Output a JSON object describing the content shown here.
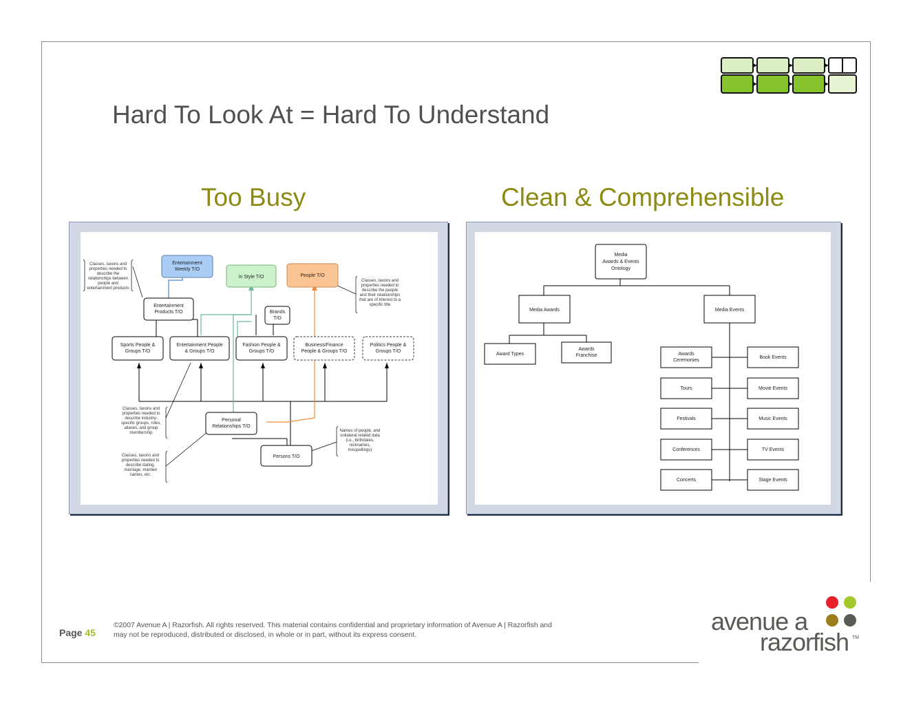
{
  "slide": {
    "title": "Hard To Look At = Hard To Understand",
    "left_heading": "Too Busy",
    "right_heading": "Clean & Comprehensible"
  },
  "busy_diagram": {
    "nodes": {
      "ew": [
        "Entertainment",
        "Weekly T/O"
      ],
      "instyle": [
        "In Style T/O"
      ],
      "people": [
        "People T/O"
      ],
      "ep": [
        "Entertainment",
        "Products T/O"
      ],
      "brands": [
        "Brands",
        "T/O"
      ],
      "sports": [
        "Sports People &",
        "Groups T/O"
      ],
      "entpeople": [
        "Entertainment People",
        "& Groups T/O"
      ],
      "fashion": [
        "Fashion People &",
        "Groups T/O"
      ],
      "business": [
        "Business/Finance",
        "People & Groups T/O"
      ],
      "politics": [
        "Politics People &",
        "Groups T/O"
      ],
      "personal": [
        "Personal",
        "Relationships T/O"
      ],
      "persons": [
        "Persons T/O"
      ]
    },
    "notes": {
      "n1": [
        "Classes, taxons and",
        "properties needed to",
        "describe the",
        "relationships between",
        "people and",
        "entertainment products"
      ],
      "n2": [
        "Classes, taxons and",
        "properties needed to",
        "describe the people",
        "and their relationships",
        "that are of interest to a",
        "specific title"
      ],
      "n3": [
        "Classes, taxons and",
        "properties needed to",
        "describe industry-",
        "specific groups, roles,",
        "aliases, and group",
        "membership"
      ],
      "n4": [
        "Classes, taxons and",
        "properties needed to",
        "describe dating,",
        "marriage, married",
        "names, etc."
      ],
      "n5": [
        "Names of people, and",
        "unilateral related data",
        "(i.e., birthdates,",
        "nicknames,",
        "misspellings)"
      ]
    }
  },
  "clean_diagram": {
    "root": [
      "Media",
      "Awards & Events",
      "Ontology"
    ],
    "awards": [
      "Media Awards"
    ],
    "events": [
      "Media Events"
    ],
    "award_types": [
      "Award Types"
    ],
    "awards_franchise": [
      "Awards",
      "Franchise"
    ],
    "left_events": [
      [
        "Awards",
        "Ceremonies"
      ],
      [
        "Tours"
      ],
      [
        "Festivals"
      ],
      [
        "Conferences"
      ],
      [
        "Concerts"
      ]
    ],
    "right_events": [
      [
        "Book Events"
      ],
      [
        "Movie Events"
      ],
      [
        "Music Events"
      ],
      [
        "TV Events"
      ],
      [
        "Stage Events"
      ]
    ]
  },
  "footer": {
    "page_label": "Page",
    "page_number": "45",
    "copyright_line1": "©2007 Avenue A | Razorfish. All rights reserved. This material contains confidential and proprietary information of Avenue A | Razorfish and",
    "copyright_line2": "may not be reproduced, distributed or disclosed, in whole or in part, without its express consent."
  },
  "logo": {
    "line1": "avenue a",
    "line2": "razorfish",
    "tm": "TM",
    "dot_colors": [
      "#e8202a",
      "#a4c82c",
      "#9c7c1c",
      "#5a5a55"
    ]
  },
  "colors": {
    "accent_green": "#86c42e",
    "light_green": "#e6f4d4",
    "subtitle_olive": "#8c8a10",
    "ew_blue": "#a9cdf4",
    "instyle_green": "#ccf2cc",
    "people_orange": "#fbc593"
  }
}
